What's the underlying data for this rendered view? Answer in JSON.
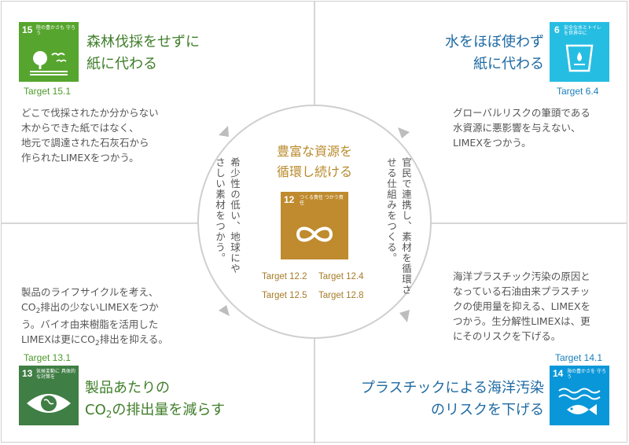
{
  "center": {
    "title_line1": "豊富な資源を",
    "title_line2": "循環し続ける",
    "badge": {
      "number": "12",
      "text": "つくる責任 つかう責任",
      "color": "#bf8b2e"
    },
    "targets": [
      "Target 12.2",
      "Target 12.4",
      "Target 12.5",
      "Target 12.8"
    ],
    "left_vertical": "希少性の低い、地球にやさしい素材をつかう。",
    "right_vertical": "官民で連携し、素材を循環させる仕組みをつくる。"
  },
  "top_left": {
    "badge": {
      "number": "15",
      "text": "陸の豊かさも 守ろう",
      "color": "#56a52e"
    },
    "headline_line1": "森林伐採をせずに",
    "headline_line2": "紙に代わる",
    "target": "Target 15.1",
    "body": [
      "どこで伐採されたか分からない",
      "木からできた紙ではなく、",
      "地元で調達された石灰石から",
      "作られたLIMEXをつかう。"
    ]
  },
  "top_right": {
    "badge": {
      "number": "6",
      "text": "安全な水とトイレ を世界中に",
      "color": "#26bde2"
    },
    "headline_line1": "水をほぼ使わず",
    "headline_line2": "紙に代わる",
    "target": "Target 6.4",
    "body": [
      "グローバルリスクの筆頭である",
      "水資源に悪影響を与えない、",
      "LIMEXをつかう。"
    ]
  },
  "bottom_left": {
    "badge": {
      "number": "13",
      "text": "気候変動に 具体的な対策を",
      "color": "#3f7e44"
    },
    "headline_line1": "製品あたりの",
    "headline_line2_a": "CO",
    "headline_line2_sub": "2",
    "headline_line2_b": "の排出量を減らす",
    "target": "Target 13.1",
    "body_line1": "製品のライフサイクルを考え、",
    "body_line2_a": "CO",
    "body_line2_sub": "2",
    "body_line2_b": "排出の少ないLIMEXをつか",
    "body_line3": "う。バイオ由来樹脂を活用した",
    "body_line4_a": "LIMEXは更にCO",
    "body_line4_sub": "2",
    "body_line4_b": "排出を抑える。"
  },
  "bottom_right": {
    "badge": {
      "number": "14",
      "text": "海の豊かさを 守ろう",
      "color": "#0a97d9"
    },
    "headline_line1": "プラスチックによる海洋汚染",
    "headline_line2": "のリスクを下げる",
    "target": "Target 14.1",
    "body": [
      "海洋プラスチック汚染の原因と",
      "なっている石油由来プラスチッ",
      "クの使用量を抑える、LIMEXを",
      "つかう。生分解性LIMEXは、更",
      "にそのリスクを下げる。"
    ]
  }
}
